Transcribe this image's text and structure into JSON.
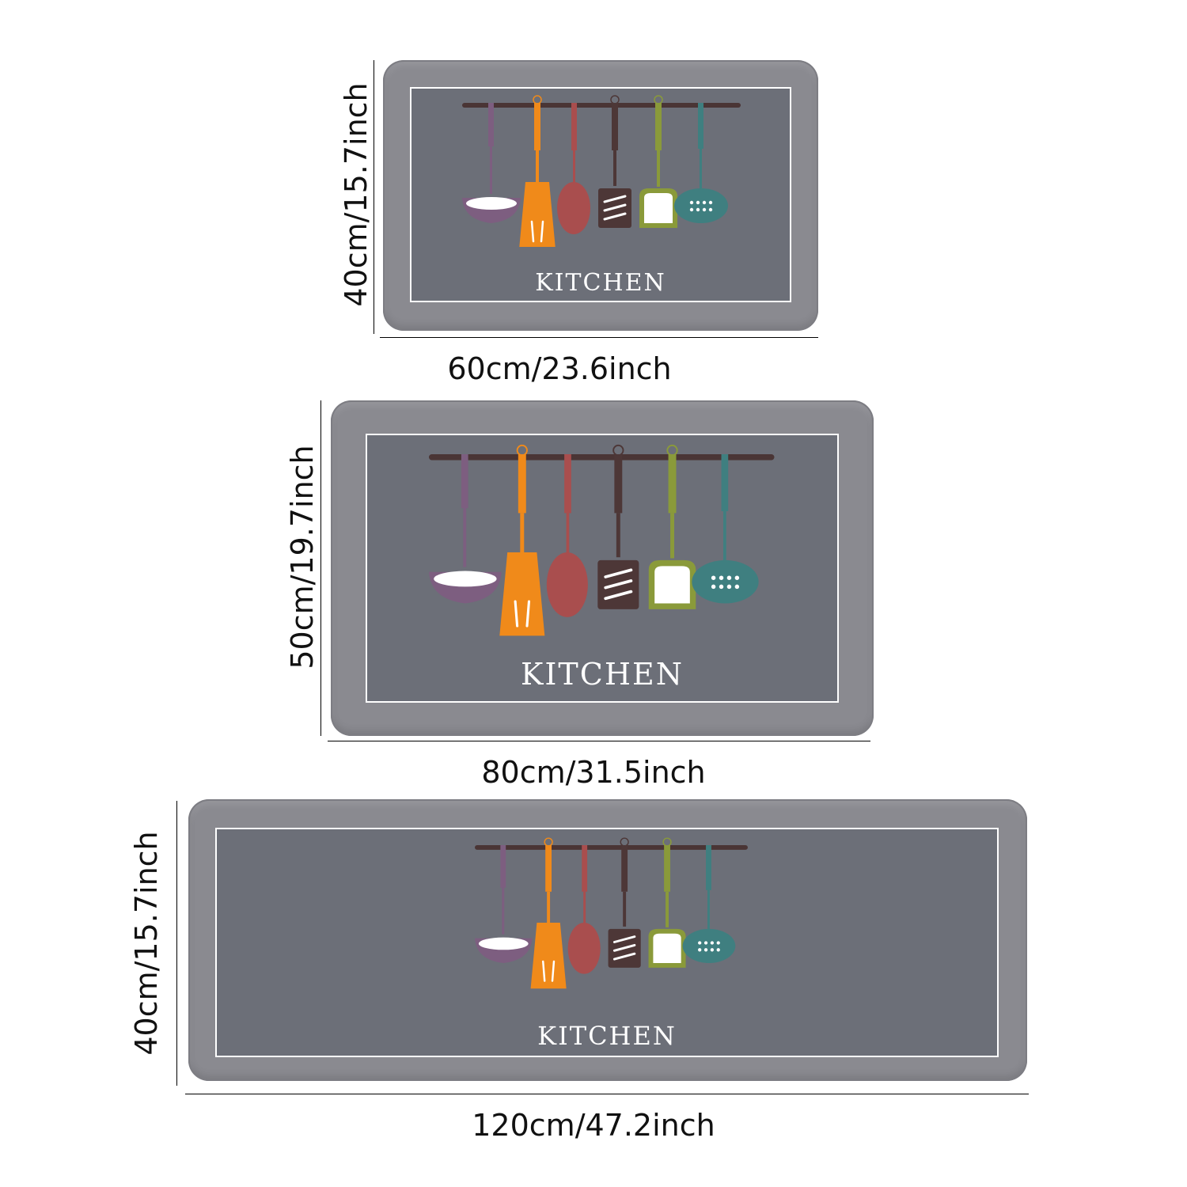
{
  "mats": [
    {
      "title": "KITCHEN",
      "width_label": "60cm/23.6inch",
      "height_label": "40cm/15.7inch"
    },
    {
      "title": "KITCHEN",
      "width_label": "80cm/31.5inch",
      "height_label": "50cm/19.7inch"
    },
    {
      "title": "KITCHEN",
      "width_label": "120cm/47.2inch",
      "height_label": "40cm/15.7inch"
    }
  ],
  "colors": {
    "mat_border": "#8a8a90",
    "panel": "#6c6f78",
    "rail": "#4a3535",
    "ladle": "#7d5e80",
    "spatula": "#f08a1a",
    "spoon": "#a94e4e",
    "turner": "#4d3737",
    "server": "#8a9a3a",
    "skimmer": "#3f7f80"
  },
  "icons": [
    "ladle-icon",
    "spatula-icon",
    "spoon-icon",
    "turner-icon",
    "server-icon",
    "skimmer-icon"
  ]
}
